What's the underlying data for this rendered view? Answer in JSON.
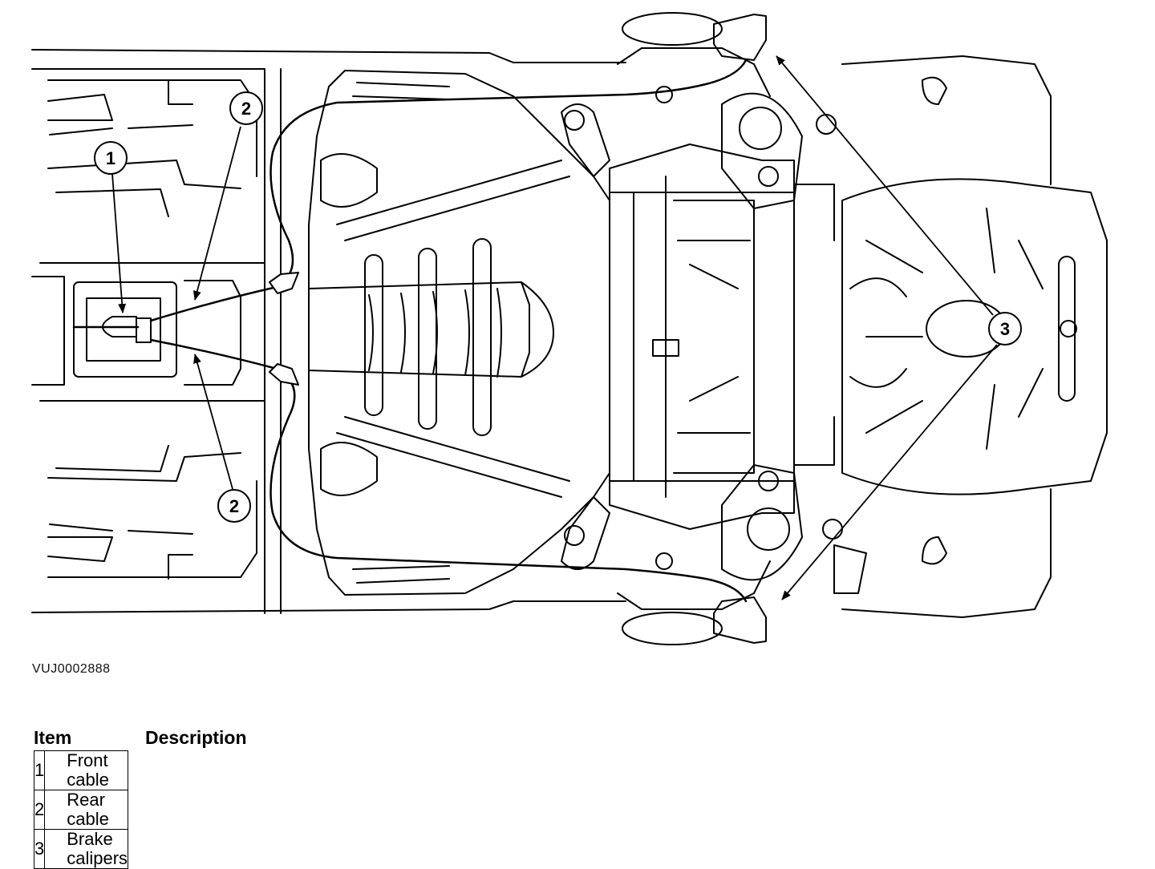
{
  "diagram": {
    "callouts": [
      {
        "id": "c1",
        "label": "1"
      },
      {
        "id": "c2a",
        "label": "2"
      },
      {
        "id": "c2b",
        "label": "2"
      },
      {
        "id": "c3",
        "label": "3"
      }
    ],
    "reference_code": "VUJ0002888"
  },
  "legend": {
    "headers": {
      "item": "Item",
      "description": "Description"
    },
    "rows": [
      {
        "item": "1",
        "description": "Front cable"
      },
      {
        "item": "2",
        "description": "Rear cable"
      },
      {
        "item": "3",
        "description": "Brake calipers"
      }
    ]
  }
}
